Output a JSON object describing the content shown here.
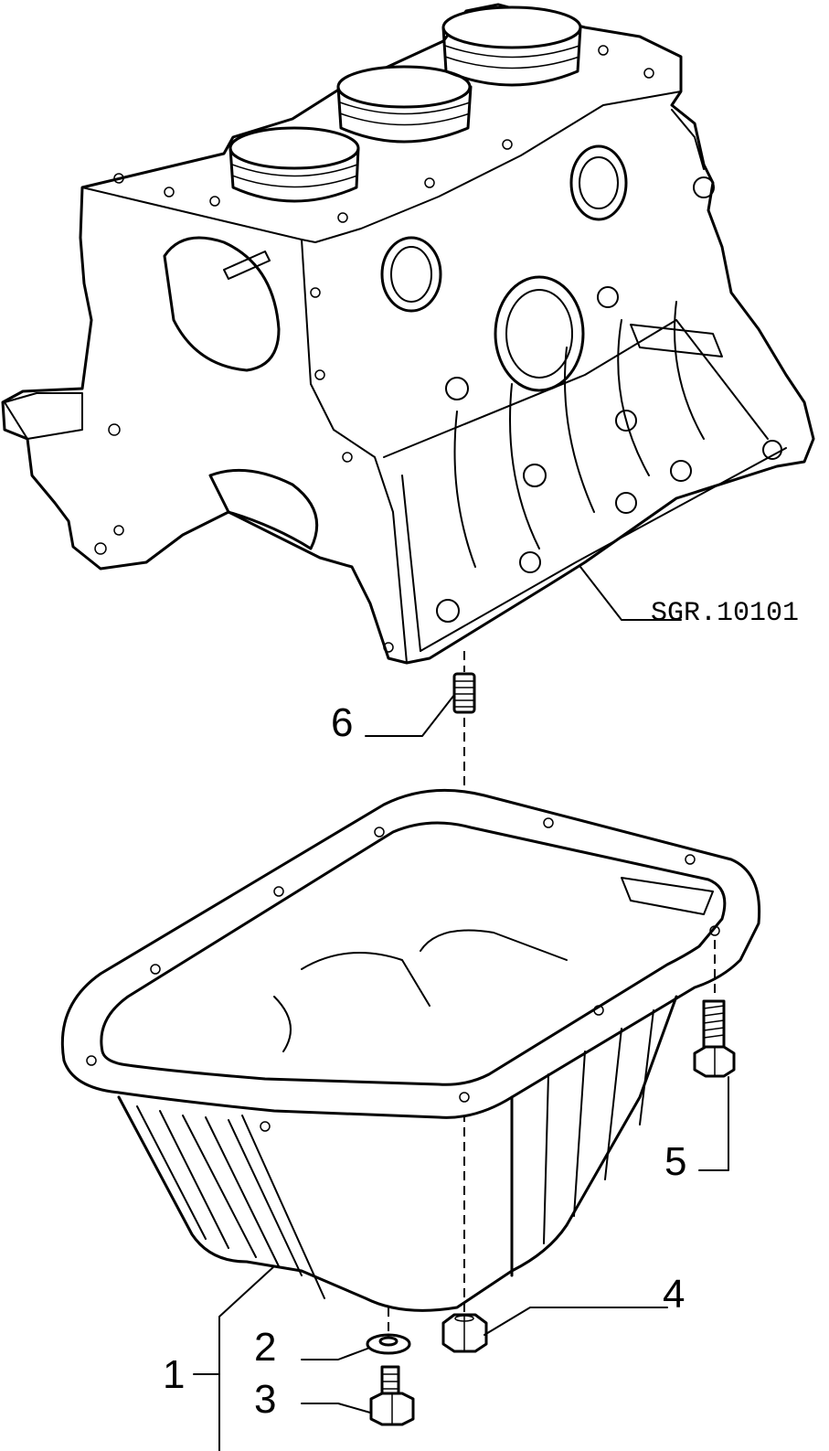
{
  "reference_code": "SGR.10101",
  "callouts": {
    "c1": "1",
    "c2": "2",
    "c3": "3",
    "c4": "4",
    "c5": "5",
    "c6": "6"
  }
}
